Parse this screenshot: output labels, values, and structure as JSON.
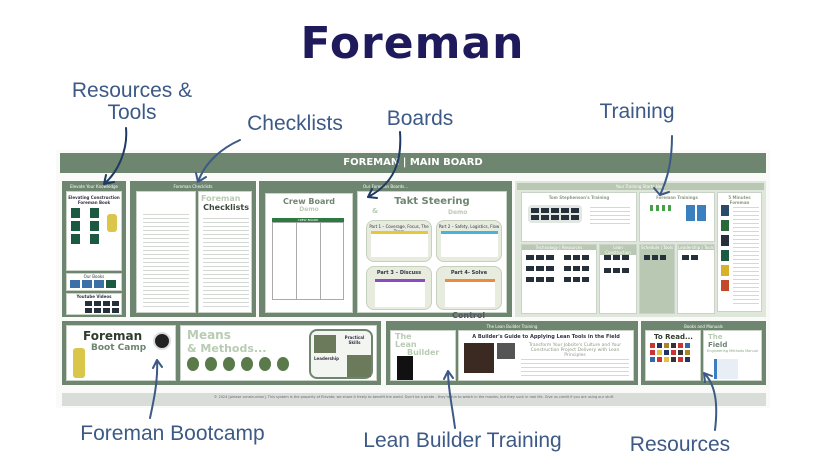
{
  "title": "Foreman",
  "labels": {
    "resources_tools": "Resources & Tools",
    "checklists": "Checklists",
    "boards": "Boards",
    "training": "Training",
    "bootcamp": "Foreman Bootcamp",
    "lean_builder": "Lean Builder Training",
    "resources": "Resources"
  },
  "board": {
    "header": "FOREMAN | MAIN BOARD",
    "knowledge": {
      "title": "Elevate Your Knowledge",
      "book": "Elevating Construction Foreman Book",
      "books": "Our Books",
      "videos": "Youtube Videos"
    },
    "checklists": {
      "title": "Foreman Checklists",
      "big1": "Foreman",
      "big2": "Checklists"
    },
    "boards": {
      "title": "Our Foreman Boards...",
      "crew": "Crew Board",
      "crew_demo": "Demo",
      "crew_header": "CREW BOARD",
      "takt": "Takt Steering",
      "amp": "&",
      "takt_demo": "Demo",
      "parts": [
        "Part 1 – Coverage, Focus, The Team",
        "Part 2 – Safety, Logistics, Flow",
        "Part 3 – Discuss",
        "Part 4- Solve"
      ],
      "control": "Control"
    },
    "training": {
      "title": "Your Training Starts Here",
      "tom": "Tom Stephenson's Training",
      "foreman": "Foreman Trainings",
      "five": "5 Minutes Foreman",
      "sections": [
        "Technology | Resources",
        "Lean Construction",
        "Schedule | Tools",
        "Leadership | Tools"
      ]
    },
    "bootcamp": {
      "title": "Foreman",
      "sub": "Boot Camp",
      "means": "Means",
      "methods": "& Methods...",
      "practical": "Practical Skills",
      "leadership": "Leadership"
    },
    "lean": {
      "title": "The Lean Builder Training",
      "book1": "The",
      "book2": "Lean",
      "book3": "Builder",
      "guide": "A Builder's Guide to Applying Lean Tools in the Field",
      "quote": "Transform Your Jobsite's Culture and Your Construction Project Delivery with Lean Principles"
    },
    "books": {
      "title": "Books and Manuals",
      "toread": "To Read...",
      "field1": "The",
      "field2": "Field",
      "manual": "Engineering Methods Manual"
    },
    "footer": "© 2024 [please construction]. This system is the property of Elevate; we share it freely to benefit the world. Don't be a pirate - they're fun to watch in the movies, but they suck in real life. Give us credit if you are using our stuff."
  },
  "colors": {
    "title": "#1e1a5c",
    "label": "#3d5a86",
    "board_green": "#6e8570"
  }
}
